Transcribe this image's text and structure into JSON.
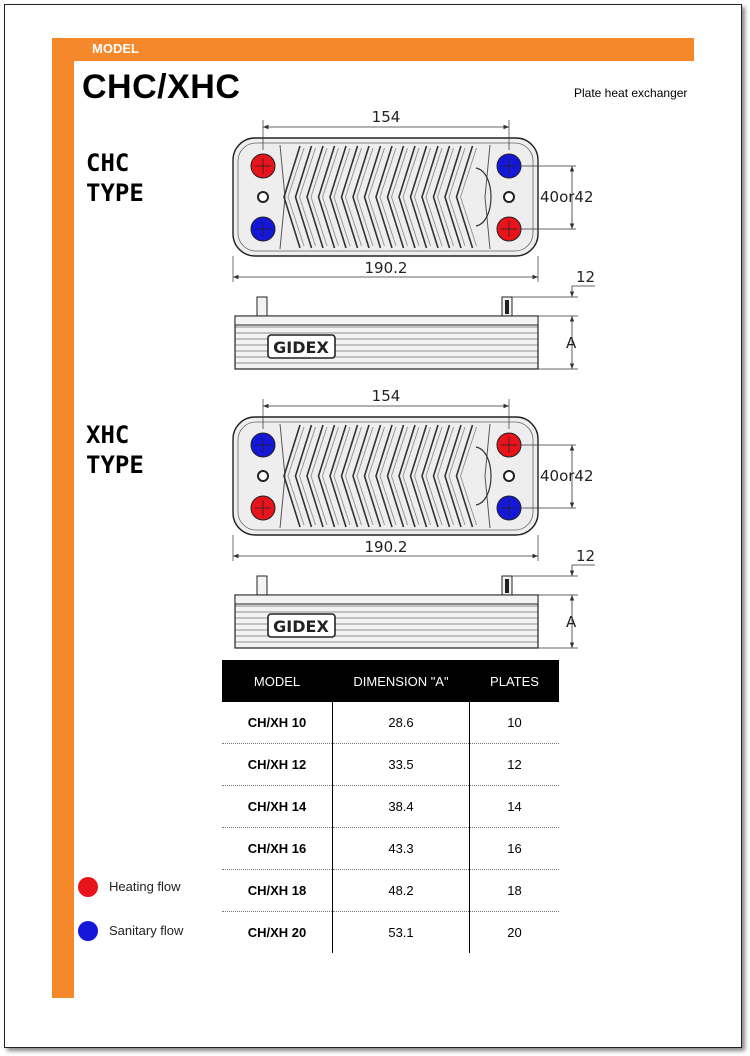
{
  "header": {
    "model_label": "MODEL",
    "title": "CHC/XHC",
    "subtitle": "Plate heat exchanger"
  },
  "drawings": {
    "chc": {
      "type_line1": "CHC",
      "type_line2": "TYPE",
      "port_colors": {
        "top_left": "red",
        "bottom_left": "blue",
        "top_right": "blue",
        "bottom_right": "red"
      }
    },
    "xhc": {
      "type_line1": "XHC",
      "type_line2": "TYPE",
      "port_colors": {
        "top_left": "blue",
        "bottom_left": "red",
        "top_right": "red",
        "bottom_right": "blue"
      }
    },
    "dim_inner_width": "154",
    "dim_total_width": "190.2",
    "dim_port_spacing": "40or42",
    "dim_connection": "12",
    "dim_a": "A",
    "brand": "GIDEX"
  },
  "table": {
    "headers": [
      "MODEL",
      "DIMENSION \"A\"",
      "PLATES"
    ],
    "rows": [
      {
        "model": "CH/XH 10",
        "dimension": "28.6",
        "plates": "10"
      },
      {
        "model": "CH/XH 12",
        "dimension": "33.5",
        "plates": "12"
      },
      {
        "model": "CH/XH 14",
        "dimension": "38.4",
        "plates": "14"
      },
      {
        "model": "CH/XH 16",
        "dimension": "43.3",
        "plates": "16"
      },
      {
        "model": "CH/XH 18",
        "dimension": "48.2",
        "plates": "18"
      },
      {
        "model": "CH/XH 20",
        "dimension": "53.1",
        "plates": "20"
      }
    ]
  },
  "legend": {
    "heating_label": "Heating flow",
    "sanitary_label": "Sanitary flow",
    "heating_color": "#E8141B",
    "sanitary_color": "#1417D8"
  },
  "colors": {
    "accent": "#F5882A"
  }
}
